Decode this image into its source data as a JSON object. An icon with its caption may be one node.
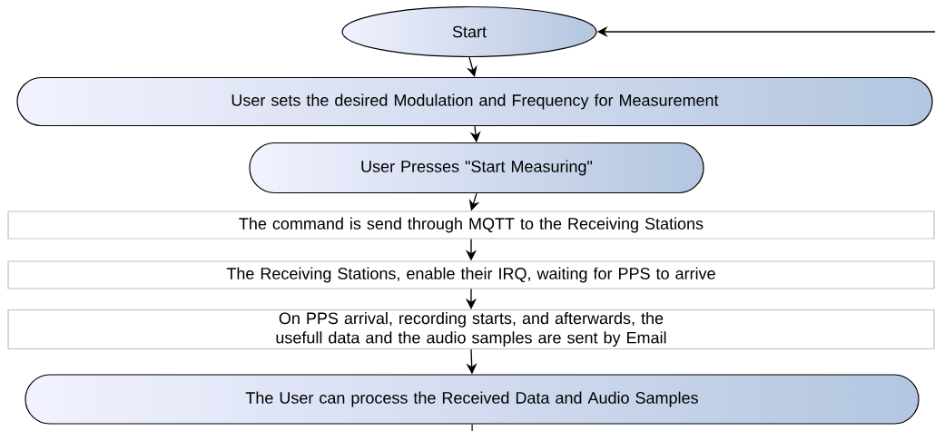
{
  "diagram": {
    "nodes": [
      {
        "text": [
          "Start"
        ]
      },
      {
        "text": [
          "User sets the desired Modulation and Frequency for Measurement"
        ]
      },
      {
        "text": [
          "User Presses \"Start Measuring\""
        ]
      },
      {
        "text": [
          "The command is send through MQTT to the Receiving Stations"
        ]
      },
      {
        "text": [
          "The Receiving Stations, enable their IRQ, waiting for PPS to arrive"
        ]
      },
      {
        "text": [
          "On PPS arrival, recording starts, and afterwards, the usefull data and the audio samples are sent by Email"
        ]
      },
      {
        "text": [
          "The User can process the Received Data and Audio Samples"
        ]
      }
    ],
    "edges": [
      {
        "from": 0,
        "to": 1,
        "arrow": "to"
      },
      {
        "from": 1,
        "to": 2,
        "arrow": "to"
      },
      {
        "from": 2,
        "to": 3,
        "arrow": "to"
      },
      {
        "from": 3,
        "to": 4,
        "arrow": "to"
      },
      {
        "from": 4,
        "to": 5,
        "arrow": "to"
      },
      {
        "from": 5,
        "to": 6,
        "arrow": "to"
      },
      {
        "from": 6,
        "to": null,
        "arrow": "none"
      },
      {
        "from": null,
        "to": 0,
        "arrow": "to"
      }
    ]
  }
}
